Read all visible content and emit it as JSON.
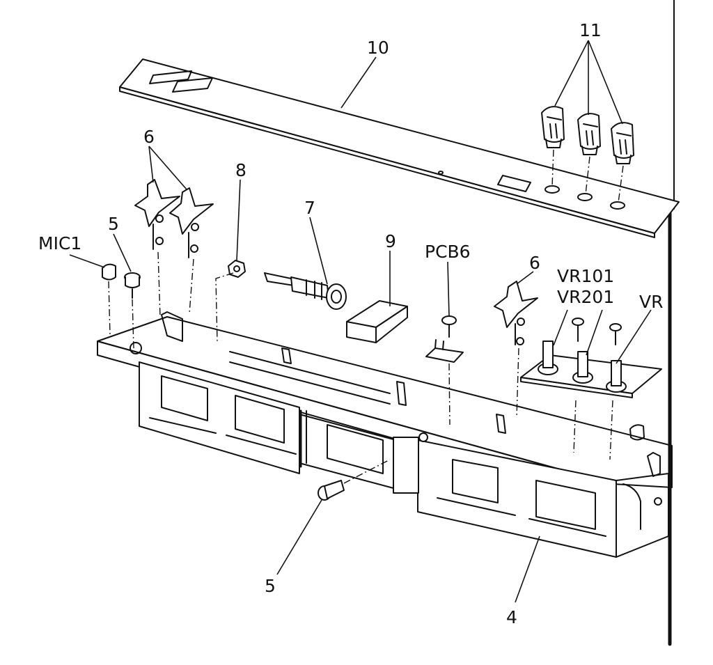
{
  "callouts": {
    "c11": "11",
    "c10": "10",
    "c6a": "6",
    "c8": "8",
    "c7": "7",
    "c5a": "5",
    "mic1": "MIC1",
    "c9": "9",
    "pcb6": "PCB6",
    "c6b": "6",
    "vr101": "VR101",
    "vr201": "VR201",
    "vr": "VR",
    "c5b": "5",
    "c4": "4"
  }
}
